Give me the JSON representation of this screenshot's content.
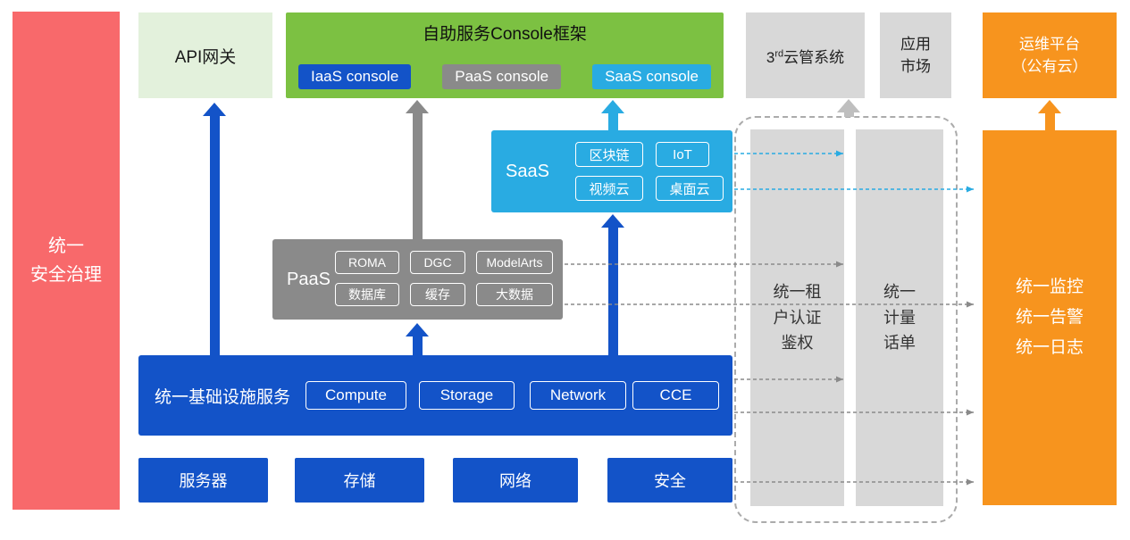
{
  "colors": {
    "blue": "#1353C8",
    "cyan": "#29ABE2",
    "green": "#7CC142",
    "light_green": "#E3F1DC",
    "gray": "#8A8A8A",
    "light_gray": "#D8D8D8",
    "orange": "#F7941E",
    "red": "#F8696B"
  },
  "security_bar": {
    "label": "统一\n安全治理"
  },
  "api_gateway": {
    "label": "API网关"
  },
  "console_frame": {
    "title": "自助服务Console框架",
    "items": [
      {
        "label": "IaaS console"
      },
      {
        "label": "PaaS console"
      },
      {
        "label": "SaaS console"
      }
    ]
  },
  "third_party_cloud": {
    "base": "3",
    "sup": "rd",
    "rest": "云管系统"
  },
  "app_market": {
    "label": "应用\n市场"
  },
  "om_platform": {
    "label": "运维平台\n（公有云）"
  },
  "saas": {
    "label": "SaaS",
    "items": [
      "区块链",
      "IoT",
      "视频云",
      "桌面云"
    ]
  },
  "paas": {
    "label": "PaaS",
    "items": [
      "ROMA",
      "DGC",
      "ModelArts",
      "数据库",
      "缓存",
      "大数据"
    ]
  },
  "infrastructure": {
    "label": "统一基础设施服务",
    "items": [
      "Compute",
      "Storage",
      "Network",
      "CCE"
    ]
  },
  "resource_row": {
    "items": [
      "服务器",
      "存储",
      "网络",
      "安全"
    ]
  },
  "pillars": [
    {
      "label": "统一租\n户认证\n鉴权"
    },
    {
      "label": "统一\n计量\n话单"
    }
  ],
  "monitor_bar": {
    "label": "统一监控\n统一告警\n统一日志"
  }
}
